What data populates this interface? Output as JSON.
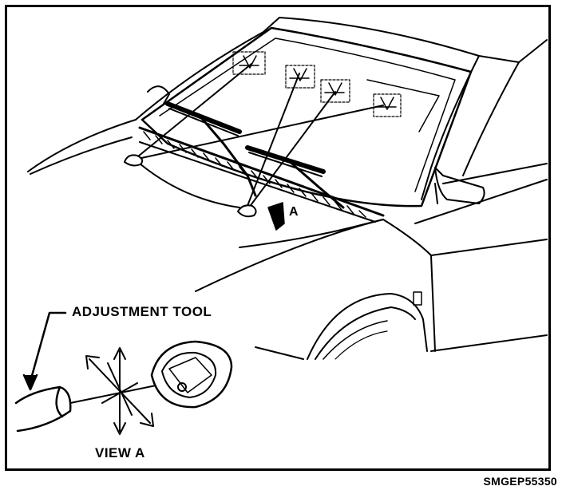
{
  "labels": {
    "adjustment_tool": "ADJUSTMENT TOOL",
    "view_a": "VIEW A",
    "view_marker": "A",
    "figure_code": "SMGEP55350"
  }
}
